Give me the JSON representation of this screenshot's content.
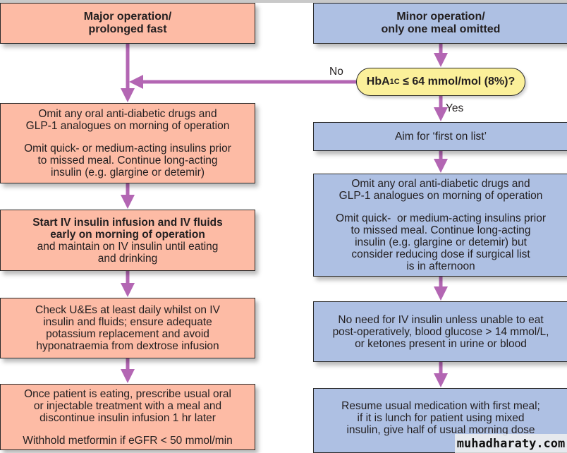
{
  "left_column": {
    "header": {
      "line1": "Major operation/",
      "line2": "prolonged fast"
    },
    "step1": {
      "para1_l1": "Omit any oral anti-diabetic drugs and",
      "para1_l2": "GLP-1 analogues on morning of operation",
      "para2_l1": "Omit quick- or medium-acting insulins prior",
      "para2_l2": "to missed meal. Continue long-acting",
      "para2_l3": "insulin (e.g. glargine or detemir)"
    },
    "step2": {
      "bold_l1": "Start IV insulin infusion and IV fluids",
      "bold_l2": "early on morning of operation",
      "l3": "and maintain on IV insulin until eating",
      "l4": "and drinking"
    },
    "step3": {
      "l1": "Check U&Es at least daily whilst on IV",
      "l2": "insulin and fluids; ensure adequate",
      "l3": "potassium replacement and avoid",
      "l4": "hyponatraemia from dextrose infusion"
    },
    "step4": {
      "l1": "Once patient is eating, prescribe usual oral",
      "l2": "or injectable treatment with a meal and",
      "l3": "discontinue insulin infusion 1 hr later",
      "l4": "Withhold metformin if eGFR < 50 mmol/min"
    }
  },
  "right_column": {
    "header": {
      "line1": "Minor operation/",
      "line2": "only one meal omitted"
    },
    "decision": {
      "prefix": "HbA",
      "subscript": "1C",
      "suffix": " ≤ 64 mmol/mol (8%)?"
    },
    "no_label": "No",
    "yes_label": "Yes",
    "step1": {
      "l1": "Aim for ‘first on list’"
    },
    "step2": {
      "para1_l1": "Omit any oral anti-diabetic drugs and",
      "para1_l2": "GLP-1 analogues on morning of operation",
      "para2_l1": "Omit quick-  or medium-acting insulins prior",
      "para2_l2": "to missed meal. Continue long-acting",
      "para2_l3": "insulin (e.g. glargine or detemir) but",
      "para2_l4": "consider reducing dose if surgical list",
      "para2_l5": "is in afternoon"
    },
    "step3": {
      "l1": "No need for IV insulin unless unable to eat",
      "l2": "post-operatively, blood glucose > 14 mmol/L,",
      "l3": "or ketones present in urine or blood"
    },
    "step4": {
      "l1": "Resume usual medication with first meal;",
      "l2": "if it is lunch for patient using mixed",
      "l3": "insulin, give half of usual morning dose"
    }
  },
  "watermark": "muhadharaty.com",
  "colors": {
    "major_box": "#fdbba5",
    "minor_box": "#aec0e3",
    "decision": "#fbf09a",
    "arrow": "#b366b3"
  }
}
